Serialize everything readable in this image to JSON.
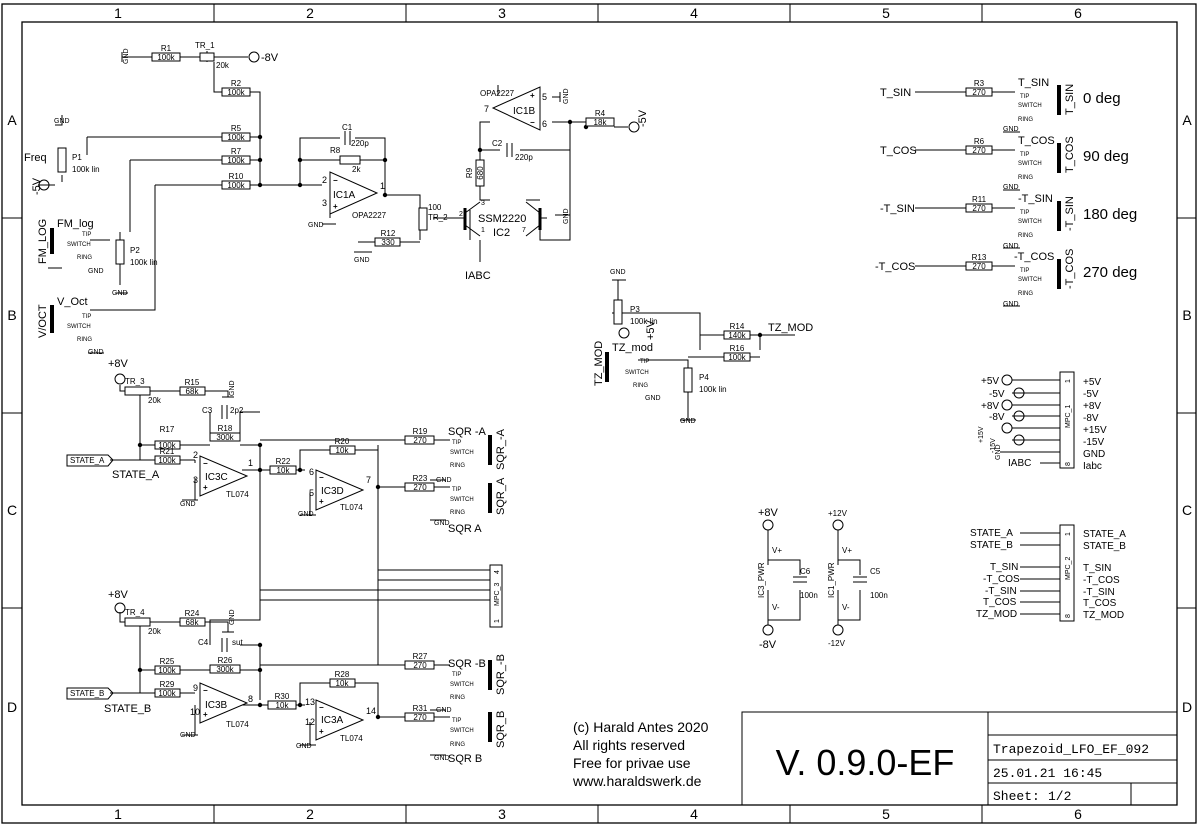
{
  "frame": {
    "col_labels": [
      "1",
      "2",
      "3",
      "4",
      "5",
      "6"
    ],
    "row_labels": [
      "A",
      "B",
      "C",
      "D"
    ]
  },
  "title_block": {
    "copyright": "(c) Harald Antes 2020",
    "rights": "All rights reserved",
    "free": "Free for privae use",
    "website": "www.haraldswerk.de",
    "version": "V. 0.9.0-EF",
    "filename": "Trapezoid_LFO_EF_092",
    "date": "25.01.21 16:45",
    "sheet_label": "Sheet:",
    "sheet_value": "1/2"
  },
  "resistors": [
    {
      "name": "R1",
      "value": "100k"
    },
    {
      "name": "R2",
      "value": "100k"
    },
    {
      "name": "R5",
      "value": "100k"
    },
    {
      "name": "R7",
      "value": "100k"
    },
    {
      "name": "R10",
      "value": "100k"
    },
    {
      "name": "R12",
      "value": "330"
    },
    {
      "name": "R4",
      "value": "18k"
    },
    {
      "name": "R9",
      "value": "680"
    },
    {
      "name": "R3",
      "value": "270"
    },
    {
      "name": "R6",
      "value": "270"
    },
    {
      "name": "R11",
      "value": "270"
    },
    {
      "name": "R13",
      "value": "270"
    },
    {
      "name": "R14",
      "value": "140k"
    },
    {
      "name": "R16",
      "value": "100k"
    },
    {
      "name": "R15",
      "value": "68k"
    },
    {
      "name": "R17",
      "value": "100k"
    },
    {
      "name": "R18",
      "value": "300k"
    },
    {
      "name": "R21",
      "value": "100k"
    },
    {
      "name": "R22",
      "value": "10k"
    },
    {
      "name": "R20",
      "value": "10k"
    },
    {
      "name": "R19",
      "value": "270"
    },
    {
      "name": "R23",
      "value": "270"
    },
    {
      "name": "R24",
      "value": "68k"
    },
    {
      "name": "R25",
      "value": "100k"
    },
    {
      "name": "R26",
      "value": "300k"
    },
    {
      "name": "R29",
      "value": "100k"
    },
    {
      "name": "R30",
      "value": "10k"
    },
    {
      "name": "R28",
      "value": "10k"
    },
    {
      "name": "R27",
      "value": "270"
    },
    {
      "name": "R31",
      "value": "270"
    }
  ],
  "capacitors": [
    {
      "name": "C1",
      "value": "220p"
    },
    {
      "name": "C2",
      "value": "220p"
    },
    {
      "name": "C3",
      "value": "2p2"
    },
    {
      "name": "C4",
      "value": "sut"
    },
    {
      "name": "C6",
      "value": "100n"
    },
    {
      "name": "C5",
      "value": "100n"
    }
  ],
  "pots": {
    "tr1": {
      "name": "TR_1",
      "value": "20k"
    },
    "r8": {
      "name": "R8",
      "value": "2k"
    },
    "tr2": {
      "name": "TR_2",
      "value": "100"
    },
    "p1": {
      "name": "P1",
      "value": "100k lin"
    },
    "p2": {
      "name": "P2",
      "value": "100k lin"
    },
    "p3": {
      "name": "P3",
      "value": "100k lin"
    },
    "p4": {
      "name": "P4",
      "value": "100k lin"
    },
    "tr3": {
      "name": "TR_3",
      "value": "20k"
    },
    "tr4": {
      "name": "TR_4",
      "value": "20k"
    }
  },
  "opamps": {
    "ic1a": {
      "name": "IC1A",
      "part": "OPA2227",
      "pins": [
        "2",
        "3",
        "1"
      ]
    },
    "ic1b": {
      "name": "IC1B",
      "part": "OPA2227",
      "pins": [
        "7",
        "5",
        "6"
      ]
    },
    "ic3c": {
      "name": "IC3C",
      "part": "TL074",
      "pins": [
        "2",
        "3",
        "1"
      ]
    },
    "ic3d": {
      "name": "IC3D",
      "part": "TL074",
      "pins": [
        "6",
        "5",
        "7"
      ]
    },
    "ic3b": {
      "name": "IC3B",
      "part": "TL074",
      "pins": [
        "9",
        "10",
        "8"
      ]
    },
    "ic3a": {
      "name": "IC3A",
      "part": "TL074",
      "pins": [
        "13",
        "12",
        "14"
      ]
    }
  },
  "ota": {
    "name": "SSM2220",
    "ref": "IC2",
    "iabc": "IABC",
    "pins": [
      "3",
      "1",
      "2",
      "6",
      "7"
    ]
  },
  "supplies": {
    "gnd": "GND",
    "m8v": "-8V",
    "m5v": "-5V",
    "p8v": "+8V",
    "p5v": "+5V",
    "p12v": "+12V",
    "m12v": "-12V",
    "vplus": "V+",
    "vminus": "V-",
    "ic3_pwr": "IC3_PWR",
    "ic1_pwr": "IC1_PWR"
  },
  "jacks": {
    "freq": "Freq",
    "fm_log": "FM_log",
    "fm_log_side": "FM_LOG",
    "v_oct": "V_Oct",
    "v_oct_side": "V/OCT",
    "tz_mod": "TZ_mod",
    "tz_mod_side": "TZ_MOD",
    "tip": "TIP",
    "switch": "SWITCH",
    "ring": "RING"
  },
  "outputs": [
    {
      "net": "T_SIN",
      "jack": "T_SIN",
      "side": "T_SIN",
      "deg": "0 deg"
    },
    {
      "net": "T_COS",
      "jack": "T_COS",
      "side": "T_COS",
      "deg": "90 deg"
    },
    {
      "net": "-T_SIN",
      "jack": "-T_SIN",
      "side": "-T_SIN",
      "deg": "180 deg"
    },
    {
      "net": "-T_COS",
      "jack": "-T_COS",
      "side": "-T_COS",
      "deg": "270 deg"
    }
  ],
  "sqr": {
    "a_neg": "SQR -A",
    "a_neg_side": "SQR_-A",
    "a_pos_side": "SQR_A",
    "a": "SQR A",
    "b_neg": "SQR -B",
    "b_neg_side": "SQR_-B",
    "b_pos_side": "SQR_B",
    "b": "SQR B"
  },
  "nets": {
    "state_a": "STATE_A",
    "state_b": "STATE_B",
    "tz_mod_net": "TZ_MOD",
    "iabc": "IABC"
  },
  "mpc1": {
    "name": "MPC_1",
    "pin_first": "1",
    "pin_last": "8",
    "left": [
      "+5V",
      "-5V",
      "+8V",
      "-8V",
      "+15V",
      "-15V",
      "GND",
      "IABC"
    ],
    "right": [
      "+5V",
      "-5V",
      "+8V",
      "-8V",
      "+15V",
      "-15V",
      "GND",
      "Iabc"
    ]
  },
  "mpc2": {
    "name": "MPC_2",
    "pin_first": "1",
    "pin_last": "8",
    "left": [
      "STATE_A",
      "STATE_B",
      "T_SIN",
      "-T_COS",
      "-T_SIN",
      "T_COS",
      "TZ_MOD"
    ],
    "right": [
      "STATE_A",
      "STATE_B",
      "T_SIN",
      "-T_COS",
      "-T_SIN",
      "T_COS",
      "TZ_MOD"
    ]
  },
  "mpc3": {
    "name": "MPC_3",
    "pin_first": "1",
    "pin_last": "4"
  }
}
